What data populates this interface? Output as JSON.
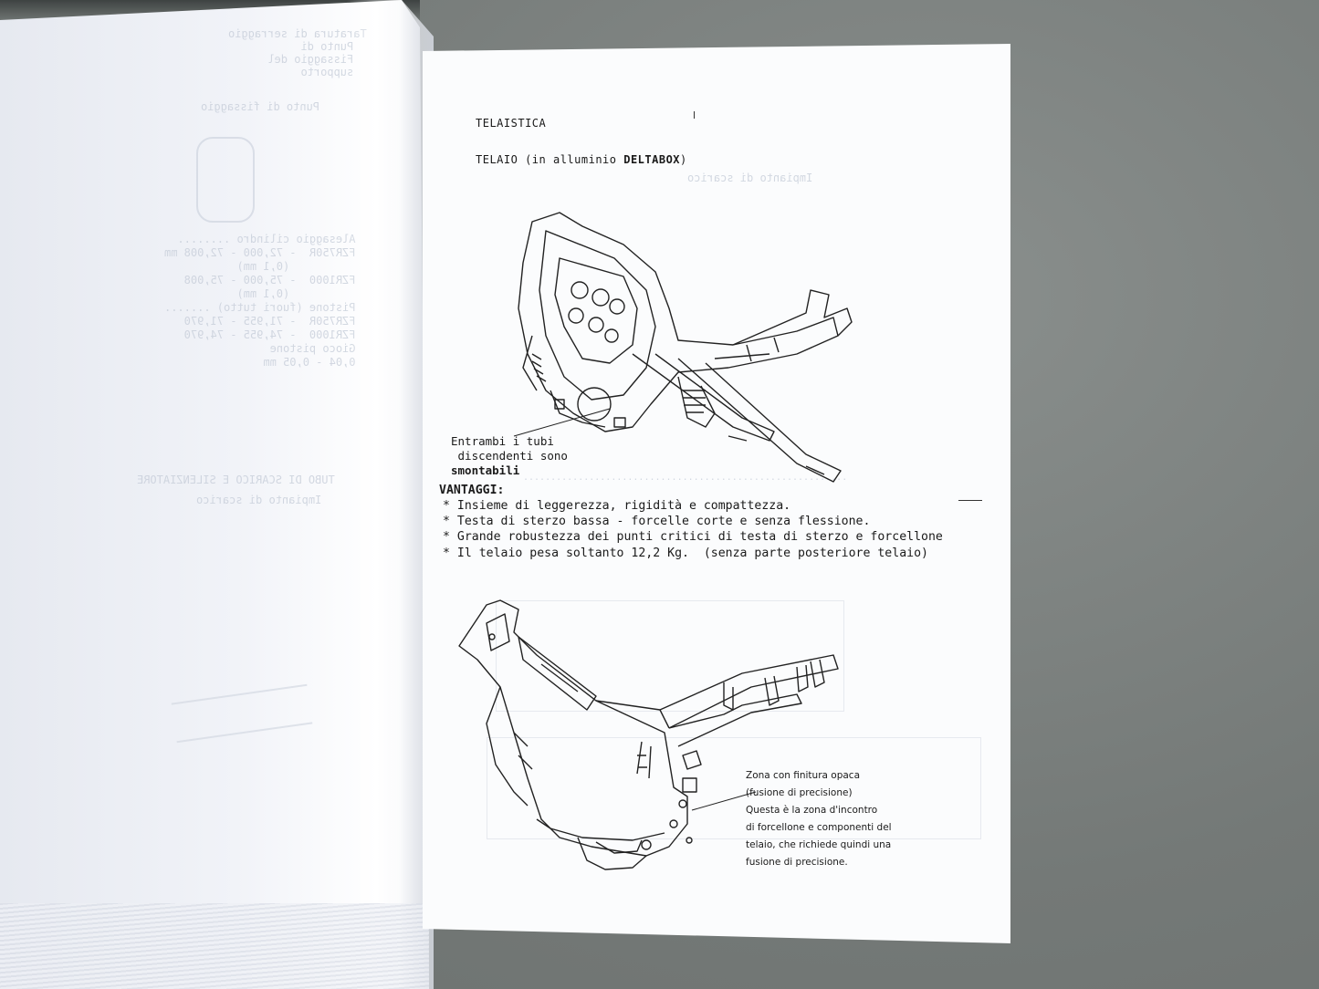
{
  "page": {
    "section_title": "TELAISTICA",
    "subtitle_prefix": "TELAIO (in alluminio ",
    "subtitle_bold": "DELTABOX",
    "subtitle_suffix": ")",
    "caption_top": [
      "Entrambi i tubi",
      "discendenti sono",
      "smontabili"
    ],
    "advantages_heading": "VANTAGGI:",
    "advantages": [
      "* Insieme di leggerezza, rigidità e compattezza.",
      "* Testa di sterzo bassa - forcelle corte e senza flessione.",
      "* Grande robustezza dei punti critici di testa di sterzo e forcellone",
      "* Il telaio pesa soltanto 12,2 Kg.  (senza parte posteriore telaio)"
    ],
    "caption_bottom": [
      "Zona con finitura opaca",
      "(fusione di precisione)",
      "Questa è la zona d'incontro",
      "di forcellone e componenti del",
      "telaio, che richiede quindi una",
      "fusione di precisione."
    ]
  }
}
